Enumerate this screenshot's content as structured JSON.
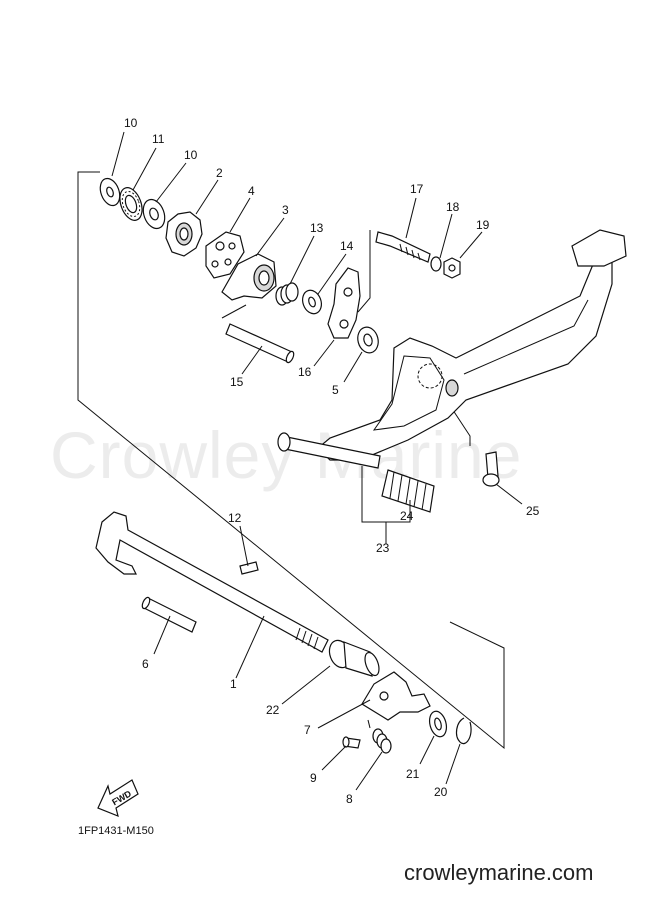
{
  "watermark": "Crowley Marine",
  "diagram_code": "1FP1431-M150",
  "website": "crowleymarine.com",
  "fwd_label": "FWD",
  "callouts": {
    "c10a": "10",
    "c11": "11",
    "c10b": "10",
    "c2": "2",
    "c4": "4",
    "c3": "3",
    "c13": "13",
    "c14": "14",
    "c17": "17",
    "c18": "18",
    "c19": "19",
    "c15": "15",
    "c16": "16",
    "c5": "5",
    "c25": "25",
    "c24": "24",
    "c23": "23",
    "c12": "12",
    "c6": "6",
    "c1": "1",
    "c22": "22",
    "c7": "7",
    "c9": "9",
    "c8": "8",
    "c21": "21",
    "c20": "20"
  }
}
